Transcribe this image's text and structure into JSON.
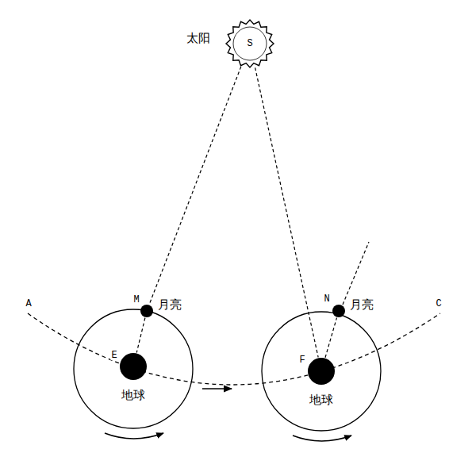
{
  "diagram": {
    "nodes": [
      {
        "text": [
          "太阳",
          "S"
        ]
      },
      {
        "text": [
          "M",
          "月亮"
        ]
      },
      {
        "text": [
          "E",
          "地球"
        ]
      },
      {
        "text": [
          "N",
          "月亮"
        ]
      },
      {
        "text": [
          "F",
          "地球"
        ]
      }
    ],
    "edges": [
      {
        "from": 0,
        "to": 1,
        "arrow": "none"
      },
      {
        "from": 1,
        "to": 2,
        "arrow": "none"
      },
      {
        "from": 0,
        "to": 4,
        "arrow": "none"
      },
      {
        "from": 4,
        "to": 3,
        "arrow": "none"
      }
    ],
    "labels": [
      "A",
      "C"
    ]
  }
}
